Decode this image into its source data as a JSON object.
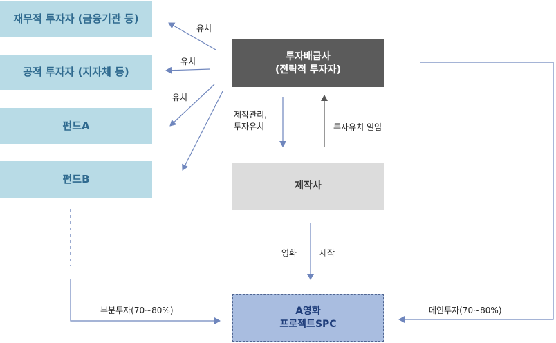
{
  "nodes": {
    "financial_investor": "재무적 투자자 (금융기관 등)",
    "public_investor": "공적 투자자 (지자체 등)",
    "fund_a": "펀드A",
    "fund_b": "펀드B",
    "distributor_line1": "투자배급사",
    "distributor_line2": "(전략적 투자자)",
    "producer": "제작사",
    "spc_line1": "A영화",
    "spc_line2": "프로젝트SPC"
  },
  "edges": {
    "attract_1": "유치",
    "attract_2": "유치",
    "attract_3": "유치",
    "production_mgmt_line1": "제작관리,",
    "production_mgmt_line2": "투자유치",
    "delegate_investment": "투자유치 일임",
    "film": "영화",
    "produce": "제작",
    "partial_investment": "부분투자(70~80%)",
    "main_investment": "메인투자(70~80%)"
  },
  "colors": {
    "investor_box": "#b8dbe6",
    "investor_text": "#2f6a8f",
    "distributor_box": "#5b5b5b",
    "producer_box": "#dcdcdc",
    "spc_box": "#a9bde0",
    "arrow_blue": "#6f86bd",
    "arrow_dark": "#555555"
  }
}
